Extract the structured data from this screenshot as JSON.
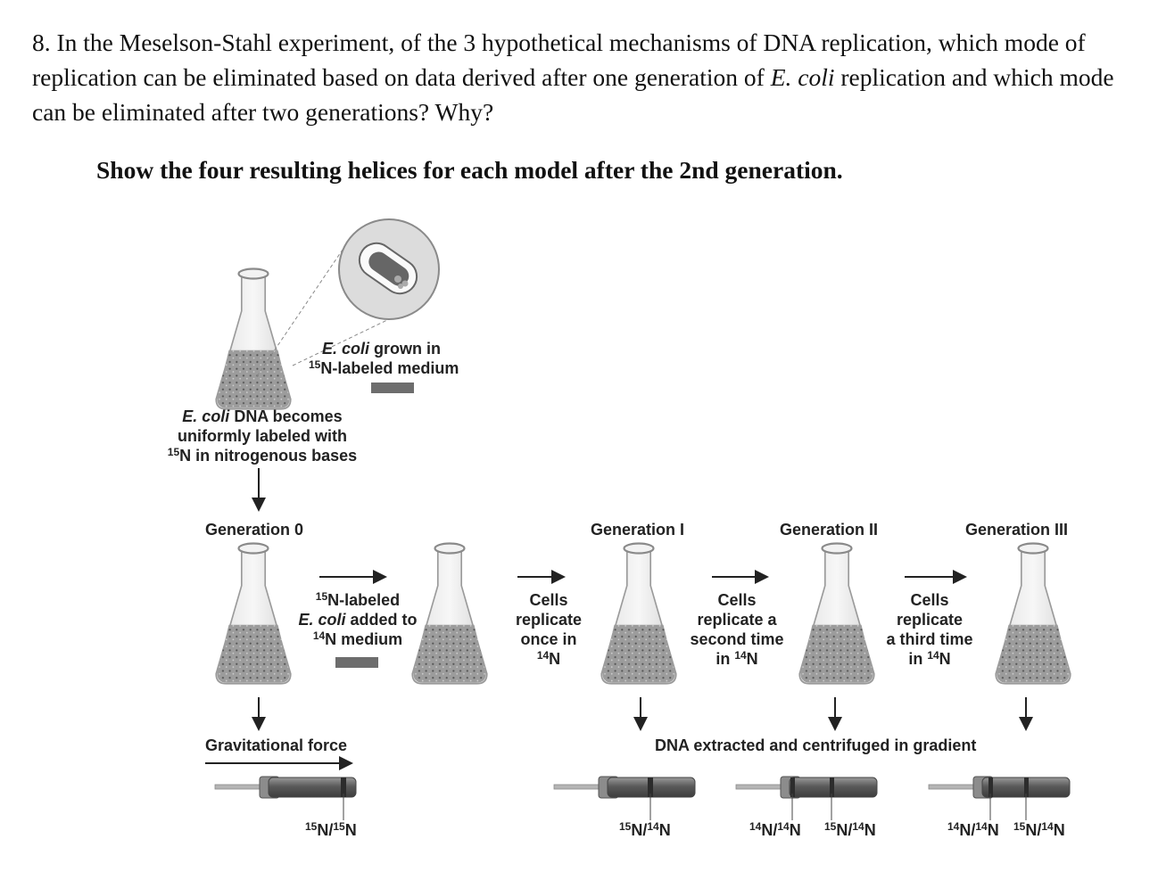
{
  "question": {
    "number": "8.",
    "part1": "In the Meselson-Stahl experiment, of the 3 hypothetical mechanisms of DNA replication, which mode of replication can be eliminated based on data derived after one generation of ",
    "organism": "E. coli",
    "part2": " replication and which mode can be eliminated after two generations? Why?"
  },
  "instruction": "Show the four resulting helices for each model after the 2nd generation.",
  "figure": {
    "grown_italic": "E. coli",
    "grown_rest": " grown in",
    "grown_line2_sup": "15",
    "grown_line2": "N-labeled medium",
    "becomes_italic": "E. coli",
    "becomes_rest": " DNA becomes",
    "becomes_line2": "uniformly labeled with",
    "becomes_line3_sup": "15",
    "becomes_line3": "N in nitrogenous bases",
    "gen0": "Generation 0",
    "gen1": "Generation I",
    "gen2": "Generation II",
    "gen3": "Generation III",
    "added_sup1": "15",
    "added_l1": "N-labeled",
    "added_italic": "E. coli",
    "added_l2": " added to",
    "added_sup2": "14",
    "added_l3": "N medium",
    "cells1_l1": "Cells",
    "cells1_l2": "replicate",
    "cells1_l3": "once in",
    "cells1_sup": "14",
    "cells1_l4": "N",
    "cells2_l1": "Cells",
    "cells2_l2": "replicate a",
    "cells2_l3": "second time",
    "cells2_l4a": "in ",
    "cells2_sup": "14",
    "cells2_l4b": "N",
    "cells3_l1": "Cells",
    "cells3_l2": "replicate",
    "cells3_l3": "a third time",
    "cells3_l4a": "in ",
    "cells3_sup": "14",
    "cells3_l4b": "N",
    "gravity": "Gravitational force",
    "dna_extracted": "DNA extracted and centrifuged in gradient",
    "band0_sup1": "15",
    "band0_a": "N/",
    "band0_sup2": "15",
    "band0_b": "N",
    "band1_sup1": "15",
    "band1_a": "N/",
    "band1_sup2": "14",
    "band1_b": "N",
    "band2a_sup1": "14",
    "band2a_a": "N/",
    "band2a_sup2": "14",
    "band2a_b": "N",
    "band2b_sup1": "15",
    "band2b_a": "N/",
    "band2b_sup2": "14",
    "band2b_b": "N",
    "band3a_sup1": "14",
    "band3a_a": "N/",
    "band3a_sup2": "14",
    "band3a_b": "N",
    "band3b_sup1": "15",
    "band3b_a": "N/",
    "band3b_sup2": "14",
    "band3b_b": "N"
  },
  "colors": {
    "text": "#111111",
    "figure_gray": "#6d6d6d",
    "flask_medium": "#9a9a9a"
  }
}
